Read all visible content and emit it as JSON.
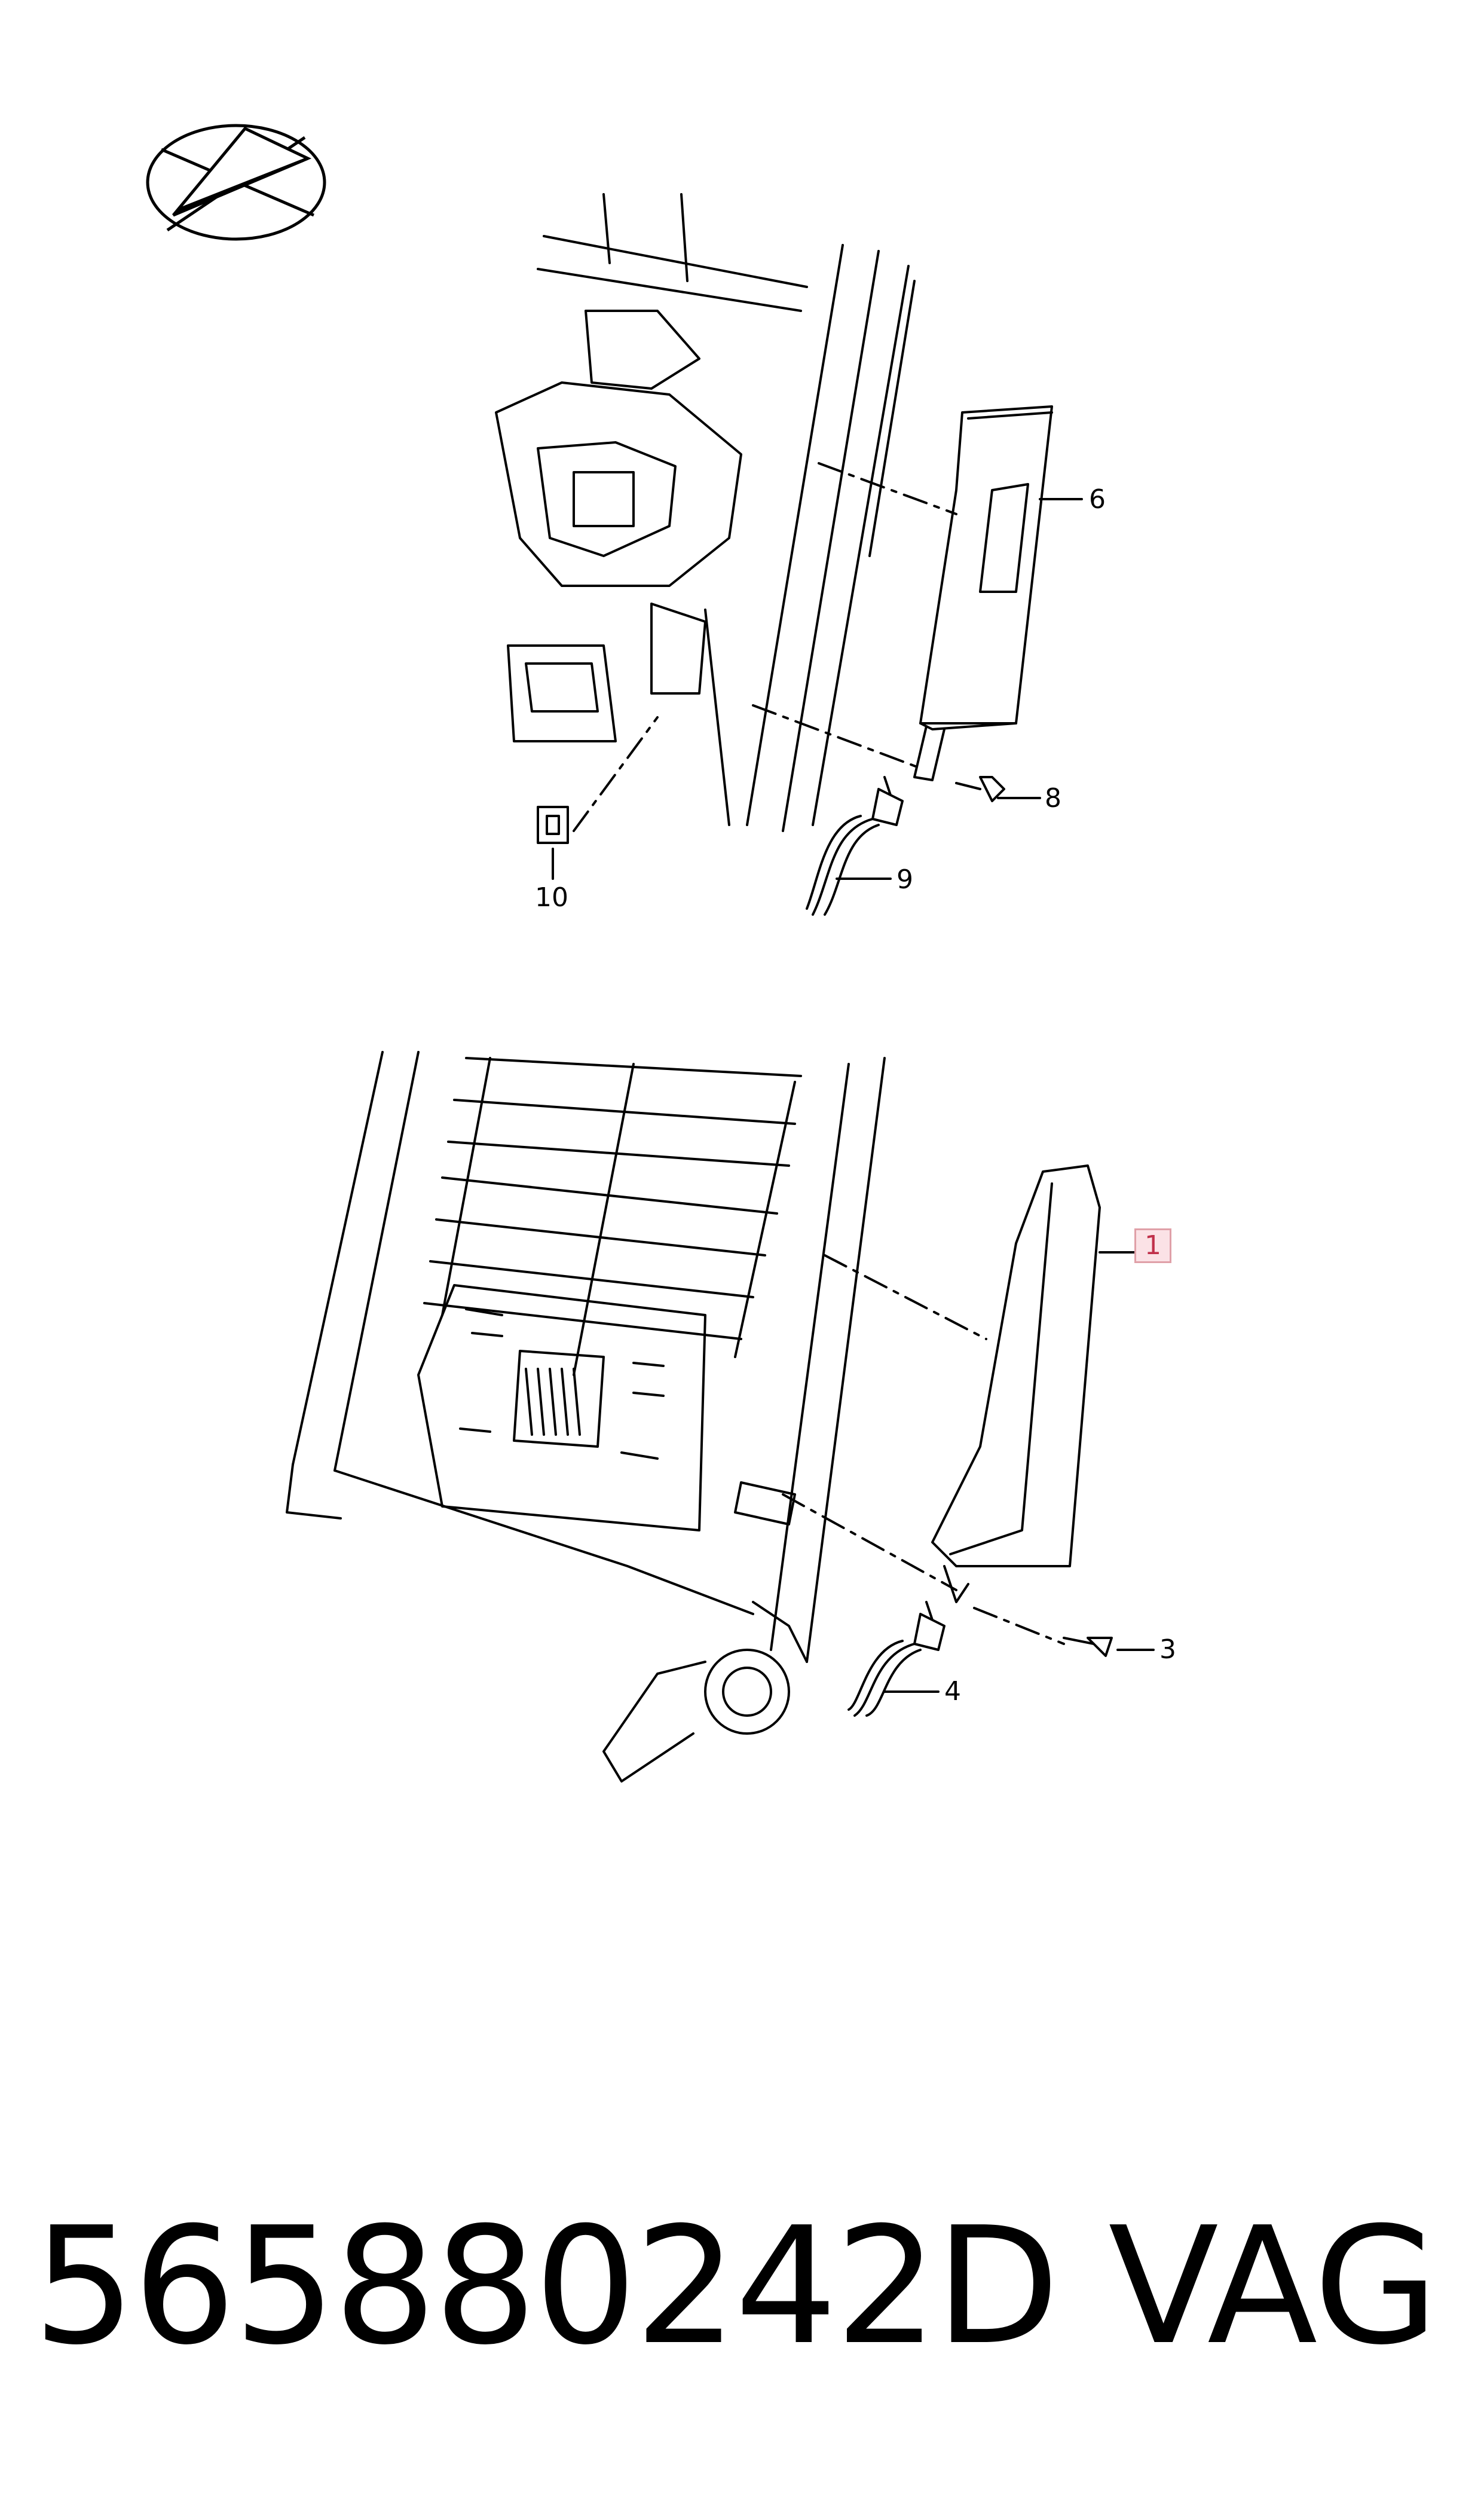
{
  "diagram": {
    "callouts": [
      {
        "id": "6",
        "label": "6"
      },
      {
        "id": "8",
        "label": "8"
      },
      {
        "id": "9",
        "label": "9"
      },
      {
        "id": "10",
        "label": "10"
      },
      {
        "id": "1",
        "label": "1",
        "highlighted": true
      },
      {
        "id": "3",
        "label": "3"
      },
      {
        "id": "4",
        "label": "4"
      }
    ],
    "highlight_color": "#fbe2e6",
    "line_color": "#000000"
  },
  "footer": {
    "part_number": "565880242D",
    "brand": "VAG"
  },
  "icons": {
    "logo": "compass-arrow-logo-icon"
  }
}
